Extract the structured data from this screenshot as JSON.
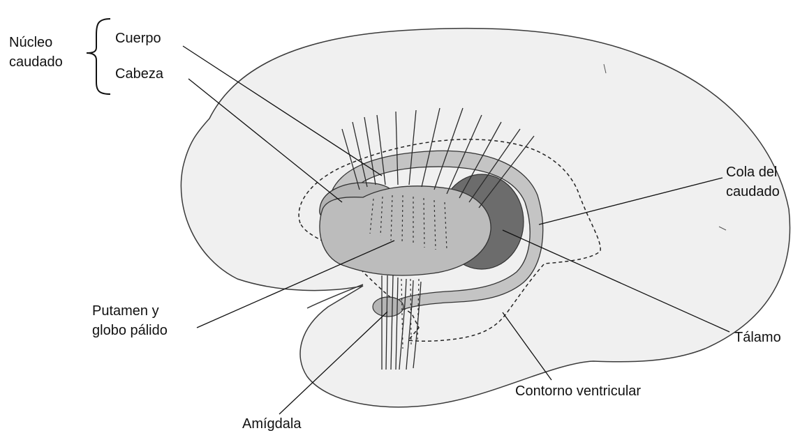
{
  "labels": {
    "nucleo_caudado_line1": "Núcleo",
    "nucleo_caudado_line2": "caudado",
    "cuerpo": "Cuerpo",
    "cabeza": "Cabeza",
    "cola_line1": "Cola del",
    "cola_line2": "caudado",
    "putamen_line1": "Putamen y",
    "putamen_line2": "globo pálido",
    "talamo": "Tálamo",
    "contorno": "Contorno ventricular",
    "amigdala": "Amígdala"
  },
  "colors": {
    "brain_fill": "#f0f0f0",
    "structure_fill": "#bdbdbd",
    "thalamus_fill": "#6c6c6c",
    "outline": "#3a3a3a"
  }
}
